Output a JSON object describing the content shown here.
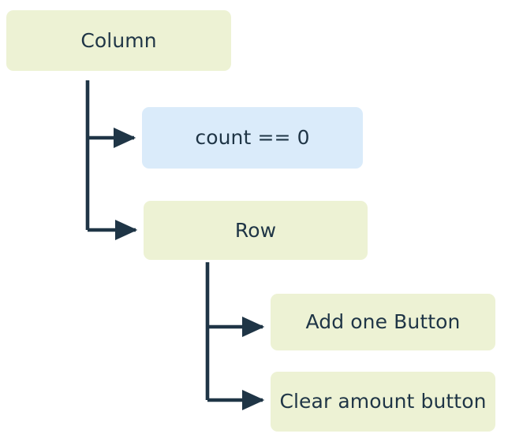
{
  "diagram": {
    "type": "tree",
    "title": "",
    "background_color": "#ffffff",
    "palette": {
      "node_green": "#edf2d4",
      "node_blue": "#daebfa",
      "text": "#1f3546",
      "edge": "#1f3546"
    },
    "nodes": [
      {
        "id": "column",
        "label": "Column",
        "color": "#edf2d4",
        "shape": "rounded-rect"
      },
      {
        "id": "condition",
        "label": "count == 0",
        "color": "#daebfa",
        "shape": "rounded-rect"
      },
      {
        "id": "row",
        "label": "Row",
        "color": "#edf2d4",
        "shape": "rounded-rect"
      },
      {
        "id": "add_button",
        "label": "Add one Button",
        "color": "#edf2d4",
        "shape": "rounded-rect"
      },
      {
        "id": "clear_button",
        "label": "Clear amount button",
        "color": "#edf2d4",
        "shape": "rounded-rect"
      }
    ],
    "edges": [
      {
        "from": "column",
        "to": "condition",
        "style": "elbow",
        "arrowhead": true
      },
      {
        "from": "column",
        "to": "row",
        "style": "elbow",
        "arrowhead": true
      },
      {
        "from": "row",
        "to": "add_button",
        "style": "elbow",
        "arrowhead": true
      },
      {
        "from": "row",
        "to": "clear_button",
        "style": "elbow",
        "arrowhead": true
      }
    ]
  }
}
